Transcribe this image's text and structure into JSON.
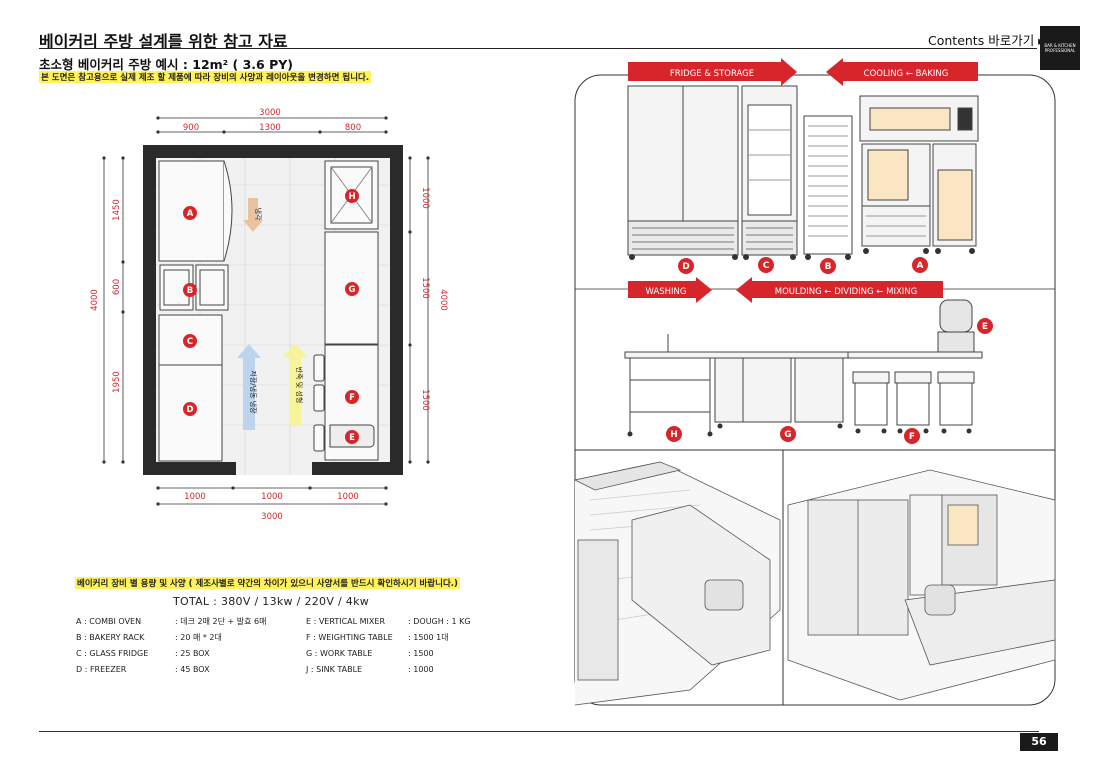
{
  "header": {
    "title": "베이커리 주방 설계를 위한 참고 자료",
    "contents_link": "Contents 바로가기 ▸",
    "brand_logo": "BAR & KITCHEN PROFESSIONAL",
    "subtitle": "초소형 베이커리 주방 예시 : 12m² ( 3.6 PY)",
    "notice": "본 도면은 참고용으로 실제 제조 할 제품에 따라 장비의 사양과 레이아웃을 변경하면 됩니다."
  },
  "floor_plan": {
    "dims": {
      "top_total": "3000",
      "top_1": "900",
      "top_2": "1300",
      "top_3": "800",
      "left_total": "4000",
      "left_1": "1450",
      "left_2": "600",
      "left_3": "1950",
      "right_total": "4000",
      "right_1": "1000",
      "right_2": "1500",
      "right_3": "1500",
      "bottom_1": "1000",
      "bottom_2": "1000",
      "bottom_3": "1000",
      "bottom_total": "3000"
    },
    "arrow_labels": {
      "cooling": "냉각",
      "storage": "저장/냉동 냉장",
      "mixing": "반죽 및 성형"
    },
    "markers": [
      "A",
      "B",
      "C",
      "D",
      "E",
      "F",
      "G",
      "H"
    ]
  },
  "specs": {
    "heading": "베이커리 장비 별 용량 및 사양 ( 제조사별로 약간의 차이가 있으니 사양서를 반드시 확인하시기 바랍니다.)",
    "total": "TOTAL : 380V / 13kw / 220V / 4kw",
    "left_items": [
      {
        "name": "A : COMBI OVEN",
        "spec": ": 데크 2매 2단 + 발효 6매"
      },
      {
        "name": "B : BAKERY RACK",
        "spec": ": 20 매 * 2대"
      },
      {
        "name": "C : GLASS FRIDGE",
        "spec": ": 25 BOX"
      },
      {
        "name": "D : FREEZER",
        "spec": ": 45 BOX"
      }
    ],
    "right_items": [
      {
        "name": "E : VERTICAL MIXER",
        "spec": ": DOUGH : 1 KG"
      },
      {
        "name": "F : WEIGHTING TABLE",
        "spec": ": 1500 1대"
      },
      {
        "name": "G : WORK TABLE",
        "spec": ": 1500"
      },
      {
        "name": "J : SINK TABLE",
        "spec": ": 1000"
      }
    ]
  },
  "elevation": {
    "top_banners": {
      "left": "FRIDGE & STORAGE",
      "right": "COOLING ← BAKING"
    },
    "top_markers": [
      "D",
      "C",
      "B",
      "A"
    ],
    "bottom_banners": {
      "left": "WASHING",
      "right": "MOULDING ← DIVIDING ← MIXING"
    },
    "bottom_markers": [
      "H",
      "G",
      "F"
    ],
    "mixer_marker": "E"
  },
  "footer": {
    "page_number": "56"
  },
  "colors": {
    "accent_red": "#d7262b",
    "highlight_yellow": "#fff25a",
    "dark": "#1a1a1a"
  }
}
